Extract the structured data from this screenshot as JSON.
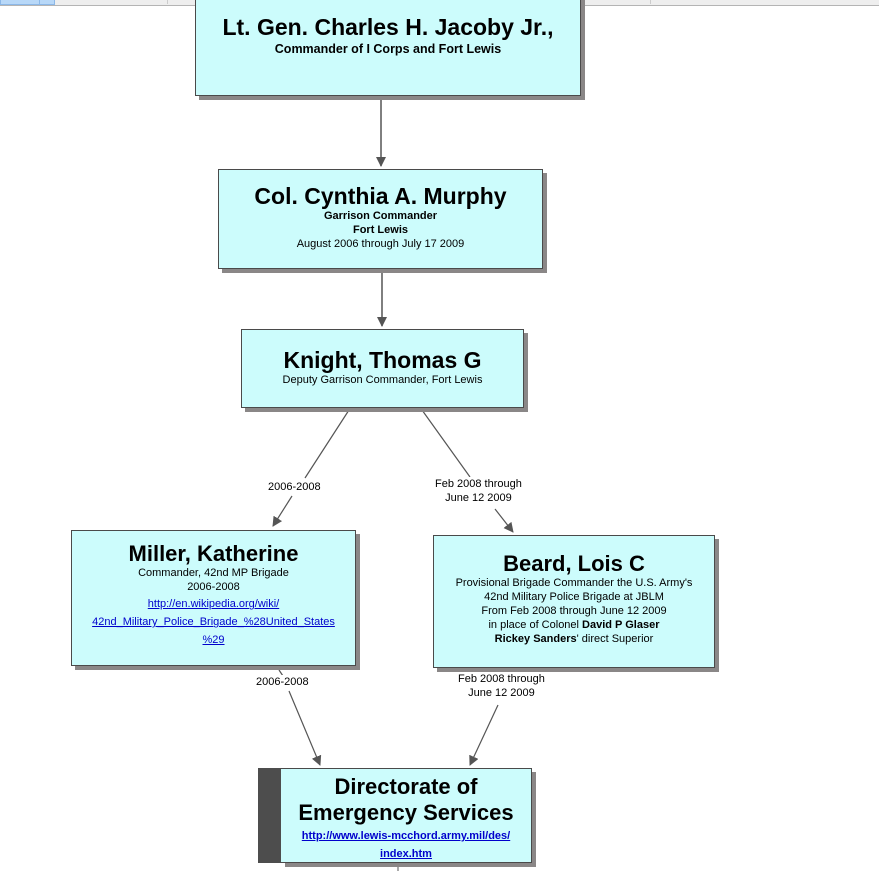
{
  "colors": {
    "node_fill": "#ccfcfc",
    "node_border": "#4a4a4a",
    "shadow": "#8a8787",
    "link": "#0000cc",
    "connector": "#555555"
  },
  "nodes": {
    "jacoby": {
      "name": "Lt. Gen. Charles H. Jacoby Jr.,",
      "title": "Commander of I Corps and Fort Lewis"
    },
    "murphy": {
      "name": "Col. Cynthia A. Murphy",
      "title": "Garrison Commander",
      "location": "Fort Lewis",
      "dates": "August 2006 through July 17 2009"
    },
    "knight": {
      "name": "Knight, Thomas G",
      "title": "Deputy Garrison Commander, Fort Lewis"
    },
    "miller": {
      "name": "Miller, Katherine",
      "title": "Commander, 42nd MP Brigade",
      "dates": "2006-2008",
      "link_line1": "http://en.wikipedia.org/wiki/",
      "link_line2": "42nd_Military_Police_Brigade_%28United_States",
      "link_line3": "%29"
    },
    "beard": {
      "name": "Beard, Lois C",
      "line1": "Provisional Brigade Commander the U.S. Army's",
      "line2": "42nd Military Police Brigade at JBLM",
      "line3": "From Feb 2008 through June 12 2009",
      "line4_prefix": "in place of Colonel ",
      "line4_bold": "David P Glaser",
      "line5_bold": "Rickey Sanders",
      "line5_suffix": "' direct Superior"
    },
    "des": {
      "name_line1": "Directorate of",
      "name_line2": "Emergency Services",
      "link_line1": "http://www.lewis-mcchord.army.mil/des/",
      "link_line2": "index.htm"
    }
  },
  "edge_labels": {
    "knight_miller": "2006-2008",
    "knight_beard_1": "Feb 2008 through",
    "knight_beard_2": "June 12 2009",
    "miller_des": "2006-2008",
    "beard_des_1": "Feb 2008 through",
    "beard_des_2": "June 12 2009"
  }
}
